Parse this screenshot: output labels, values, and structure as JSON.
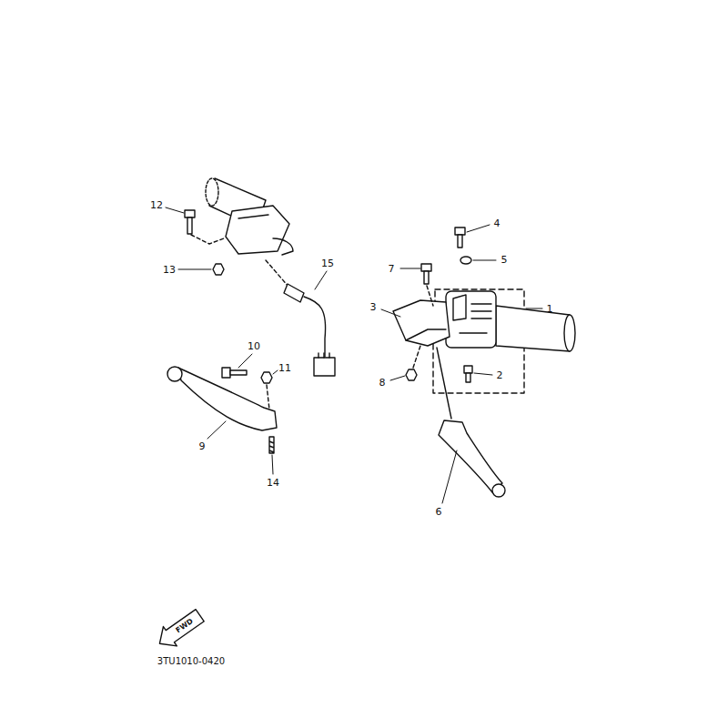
{
  "diagram": {
    "labels": [
      "12",
      "13",
      "15",
      "4",
      "5",
      "7",
      "3",
      "1",
      "2",
      "8",
      "10",
      "11",
      "9",
      "14",
      "6",
      "FWD",
      "3TU1010-0420"
    ]
  }
}
